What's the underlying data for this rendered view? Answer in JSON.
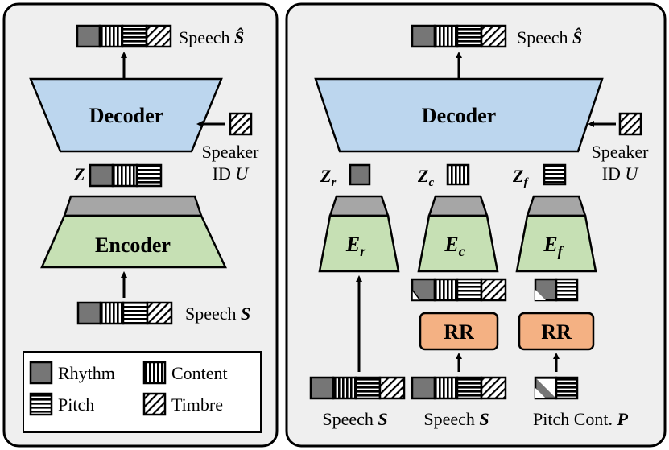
{
  "left_panel": {
    "output_label": "Speech ",
    "output_symbol": "Ŝ",
    "decoder_label": "Decoder",
    "speaker_line1": "Speaker",
    "speaker_line2": "ID ",
    "speaker_symbol": "U",
    "latent_label": "Z",
    "encoder_label": "Encoder",
    "input_label": "Speech ",
    "input_symbol": "S"
  },
  "legend": {
    "rhythm": "Rhythm",
    "content": "Content",
    "pitch": "Pitch",
    "timbre": "Timbre"
  },
  "right_panel": {
    "output_label": "Speech ",
    "output_symbol": "Ŝ",
    "decoder_label": "Decoder",
    "speaker_line1": "Speaker",
    "speaker_line2": "ID ",
    "speaker_symbol": "U",
    "zr_main": "Z",
    "zr_sub": "r",
    "zc_main": "Z",
    "zc_sub": "c",
    "zf_main": "Z",
    "zf_sub": "f",
    "er_main": "E",
    "er_sub": "r",
    "ec_main": "E",
    "ec_sub": "c",
    "ef_main": "E",
    "ef_sub": "f",
    "rr_c_label": "RR",
    "rr_f_label": "RR",
    "input_r_label": "Speech ",
    "input_r_symbol": "S",
    "input_c_label": "Speech ",
    "input_c_symbol": "S",
    "input_f_label": "Pitch Cont. ",
    "input_f_symbol": "P"
  },
  "colors": {
    "panel_bg": "#efefef",
    "decoder_fill": "#bcd6ee",
    "encoder_fill": "#c6e0b4",
    "encoder_cap": "#a6a6a6",
    "rr_fill": "#f4b183",
    "rhythm_fill": "#767676"
  }
}
